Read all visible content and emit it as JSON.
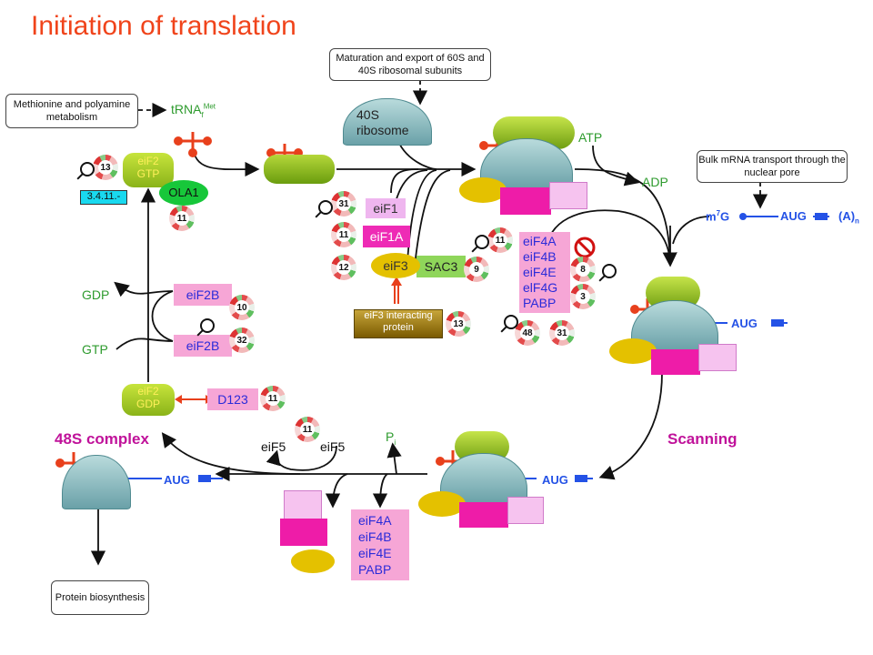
{
  "title": "Initiation of translation",
  "notes": {
    "maturation": "Maturation and export of 60S and 40S ribosomal subunits",
    "methionine": "Methionine and polyamine metabolism",
    "bulk_mrna": "Bulk mRNA transport through the nuclear pore",
    "protein": "Protein biosynthesis"
  },
  "labels": {
    "trna": "tRNA",
    "trna_sub": "f",
    "trna_sup": "Met",
    "ribosome40s_line1": "40S",
    "ribosome40s_line2": "ribosome",
    "atp": "ATP",
    "adp": "ADP",
    "gdp": "GDP",
    "gtp": "GTP",
    "pi": "P",
    "pi_sub": "i",
    "m7g": "m",
    "m7g_sup": "7",
    "m7g_tail": "G",
    "aug": "AUG",
    "polya": "(A)",
    "polya_sub": "n",
    "scanning": "Scanning",
    "complex48s": "48S complex",
    "ec": "3.4.11.-"
  },
  "factors": {
    "eif2_gtp_1": "eiF2",
    "eif2_gtp_2": "GTP",
    "eif2_gdp_1": "eiF2",
    "eif2_gdp_2": "GDP",
    "ola1": "OLA1",
    "eif1": "eiF1",
    "eif1a": "eiF1A",
    "eif3": "eiF3",
    "sac3": "SAC3",
    "eif3_interacting": "eiF3 interacting protein",
    "eif2b_top": "eiF2B",
    "eif2b_bottom": "eiF2B",
    "d123": "D123",
    "eif5_left": "eiF5",
    "eif5_right": "eiF5",
    "cap_complex": [
      "eiF4A",
      "eiF4B",
      "eiF4E",
      "elF4G",
      "PABP"
    ],
    "released": [
      "eiF4A",
      "eiF4B",
      "eiF4E",
      "PABP"
    ]
  },
  "badges": {
    "b13_top": "13",
    "b11_ola": "11",
    "b31": "31",
    "b11_eif1a": "11",
    "b12": "12",
    "b9": "9",
    "b13_int": "13",
    "b11_cap": "11",
    "b8": "8",
    "b3": "3",
    "b48": "48",
    "b31_cap": "31",
    "b10": "10",
    "b32": "32",
    "b11_d123": "11",
    "b11_eif5": "11"
  }
}
